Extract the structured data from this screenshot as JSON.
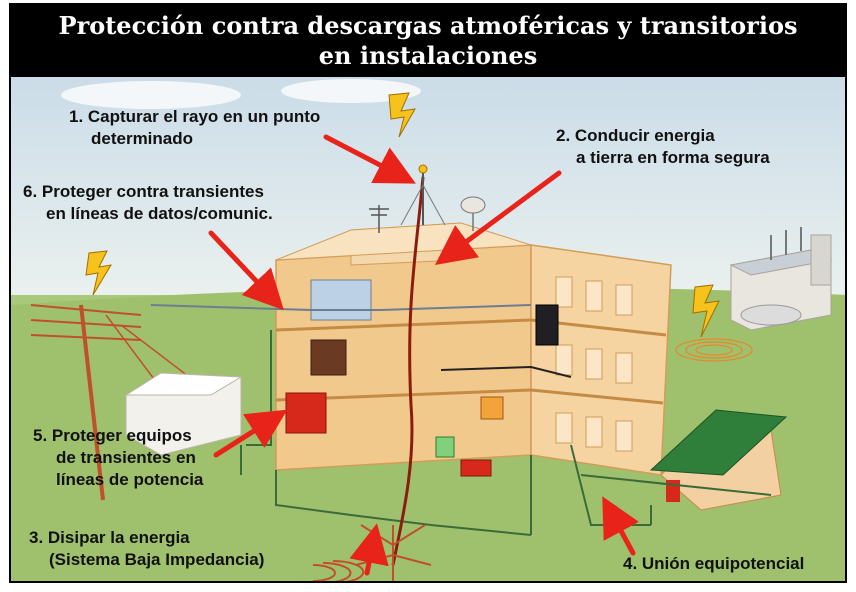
{
  "title": {
    "line1": "Protección contra descargas atmoféricas y transitorios",
    "line2": "en instalaciones"
  },
  "steps": [
    {
      "line1": "1. Capturar el rayo en un punto",
      "line2": "determinado"
    },
    {
      "line1": "2. Conducir energia",
      "line2": "a tierra en forma segura"
    },
    {
      "line1": "3. Disipar la energia",
      "line2": "(Sistema Baja Impedancia)"
    },
    {
      "line1": "4. Unión equipotencial"
    },
    {
      "line1": "5. Proteger equipos",
      "line2": "de transientes en",
      "line3": "líneas de potencia"
    },
    {
      "line1": "6. Proteger contra transientes",
      "line2": "en líneas de datos/comunic."
    }
  ],
  "colors": {
    "title_background": "#000000",
    "arrow": "#e8231a",
    "lightning": "#f6c21c",
    "sky": "#dfeaf2",
    "grass": "#a9c97a",
    "building": "#f2c98c"
  },
  "icons": [
    "lightning-bolt-icon",
    "lightning-rod-icon",
    "antenna-icon",
    "satellite-dish-icon",
    "ground-rod-icon"
  ]
}
